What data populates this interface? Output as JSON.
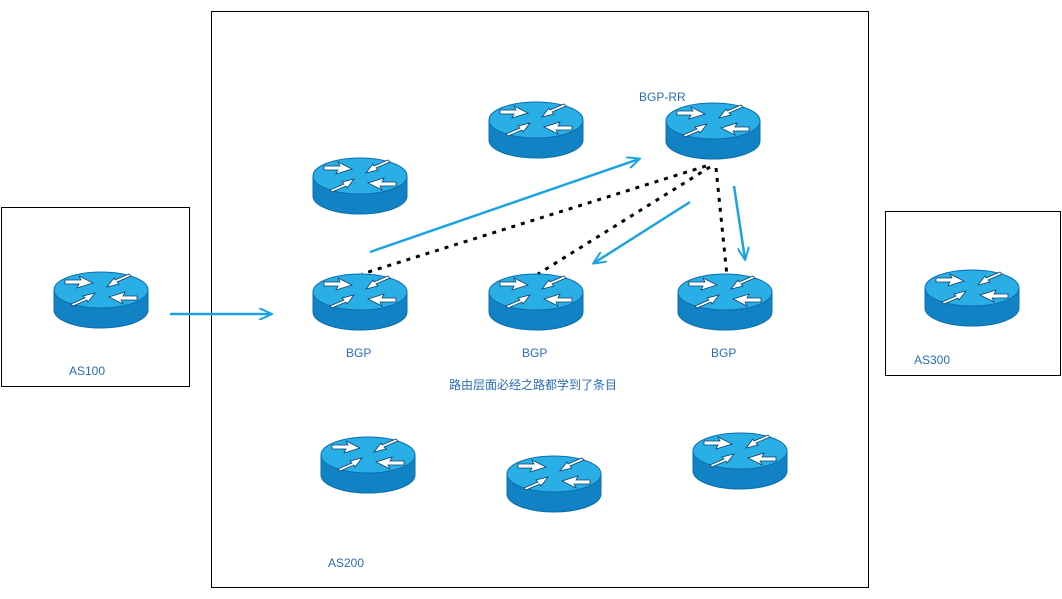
{
  "colors": {
    "router_top": "#2aaee6",
    "router_side": "#1183c4",
    "router_edge": "#0a6fae",
    "link": "#1aa3e0",
    "dotted": "#000000",
    "label": "#2a6db5",
    "box_border": "#000000"
  },
  "icons": {
    "router": "router-icon"
  },
  "diagram": {
    "as100": {
      "label": "AS100"
    },
    "as200": {
      "label": "AS200"
    },
    "as300": {
      "label": "AS300"
    },
    "rr": {
      "label": "BGP-RR"
    },
    "bgp_left": {
      "label": "BGP"
    },
    "bgp_mid": {
      "label": "BGP"
    },
    "bgp_right": {
      "label": "BGP"
    },
    "note": "路由层面必经之路都学到了条目"
  }
}
